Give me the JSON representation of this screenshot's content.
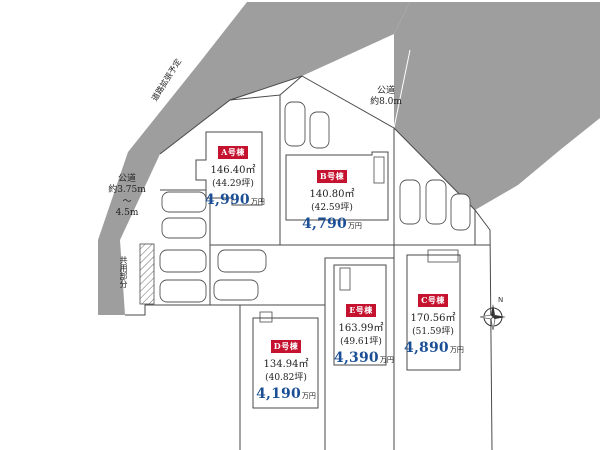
{
  "colors": {
    "road": "#9e9e9e",
    "accent": "#c4122f",
    "price": "#1b4f95",
    "line": "#4a4a4a"
  },
  "roads": {
    "upper_right": {
      "line1": "公道",
      "line2": "約8.0m"
    },
    "left": {
      "line1": "公道",
      "line2": "約3.75m",
      "line3": "〜",
      "line4": "4.5m"
    },
    "planned_widening": "道路拡張予定",
    "shared_area": "共用部分"
  },
  "lots": [
    {
      "id": "A",
      "badge": "A号棟",
      "area": "146.40㎡",
      "tsubo": "(44.29坪)",
      "price": "4,990",
      "unit": "万円"
    },
    {
      "id": "B",
      "badge": "B号棟",
      "area": "140.80㎡",
      "tsubo": "(42.59坪)",
      "price": "4,790",
      "unit": "万円"
    },
    {
      "id": "C",
      "badge": "C号棟",
      "area": "170.56㎡",
      "tsubo": "(51.59坪)",
      "price": "4,890",
      "unit": "万円"
    },
    {
      "id": "D",
      "badge": "D号棟",
      "area": "134.94㎡",
      "tsubo": "(40.82坪)",
      "price": "4,190",
      "unit": "万円"
    },
    {
      "id": "E",
      "badge": "E号棟",
      "area": "163.99㎡",
      "tsubo": "(49.61坪)",
      "price": "4,390",
      "unit": "万円"
    }
  ],
  "compass": {
    "icon": "compass-icon",
    "north_label": "N"
  }
}
